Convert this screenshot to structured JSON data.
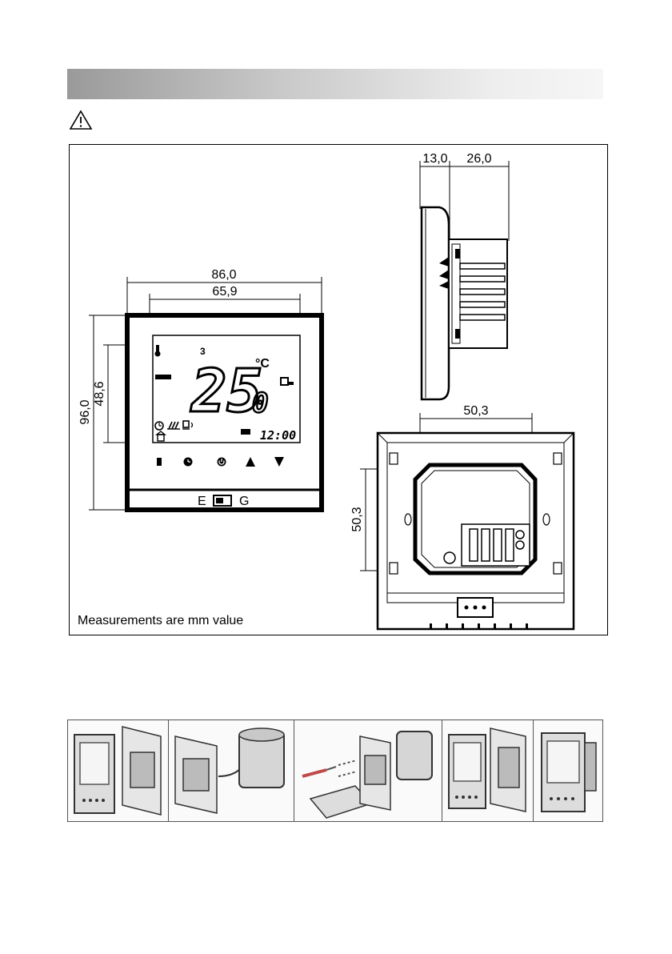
{
  "warning_icon": "warning-triangle-icon",
  "dimensions": {
    "front_width_outer": "86,0",
    "front_width_inner": "65,9",
    "front_height_outer": "96,0",
    "front_height_inner": "48,6",
    "side_depth_front": "13,0",
    "side_depth_back": "26,0",
    "back_box_width": "50,3",
    "back_box_height": "50,3"
  },
  "display": {
    "temperature": "25",
    "decimal": "0",
    "unit": "°C",
    "time": "12:00",
    "period_number": "3"
  },
  "switch": {
    "left": "E",
    "right": "G"
  },
  "note": "Measurements are mm value",
  "install_steps": [
    "step-1",
    "step-2",
    "step-3",
    "step-4",
    "step-5"
  ]
}
